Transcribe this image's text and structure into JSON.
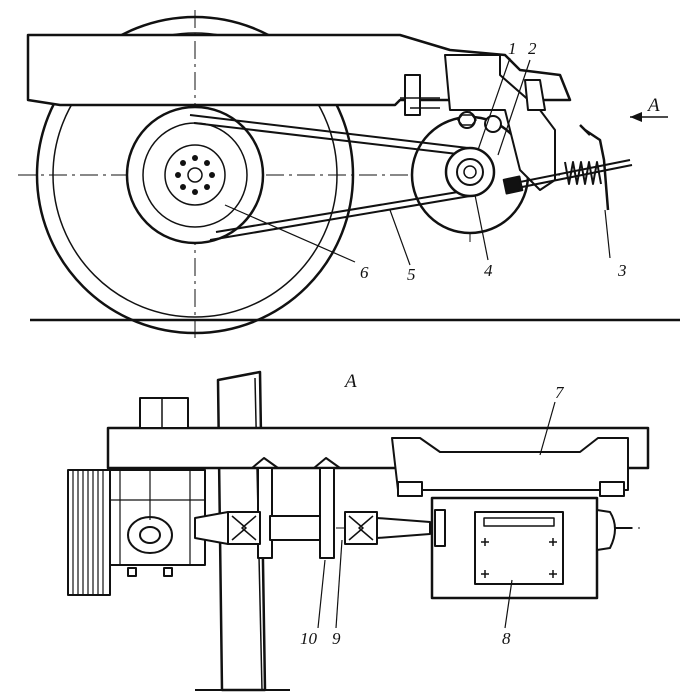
{
  "callouts": {
    "c1": "1",
    "c2": "2",
    "c3": "3",
    "c4": "4",
    "c5": "5",
    "c6": "6",
    "c7": "7",
    "c8": "8",
    "c9": "9",
    "c10": "10"
  },
  "view_labels": {
    "arrow_view": "A",
    "section_view": "A"
  },
  "colors": {
    "ink": "#111111",
    "background": "#ffffff"
  }
}
